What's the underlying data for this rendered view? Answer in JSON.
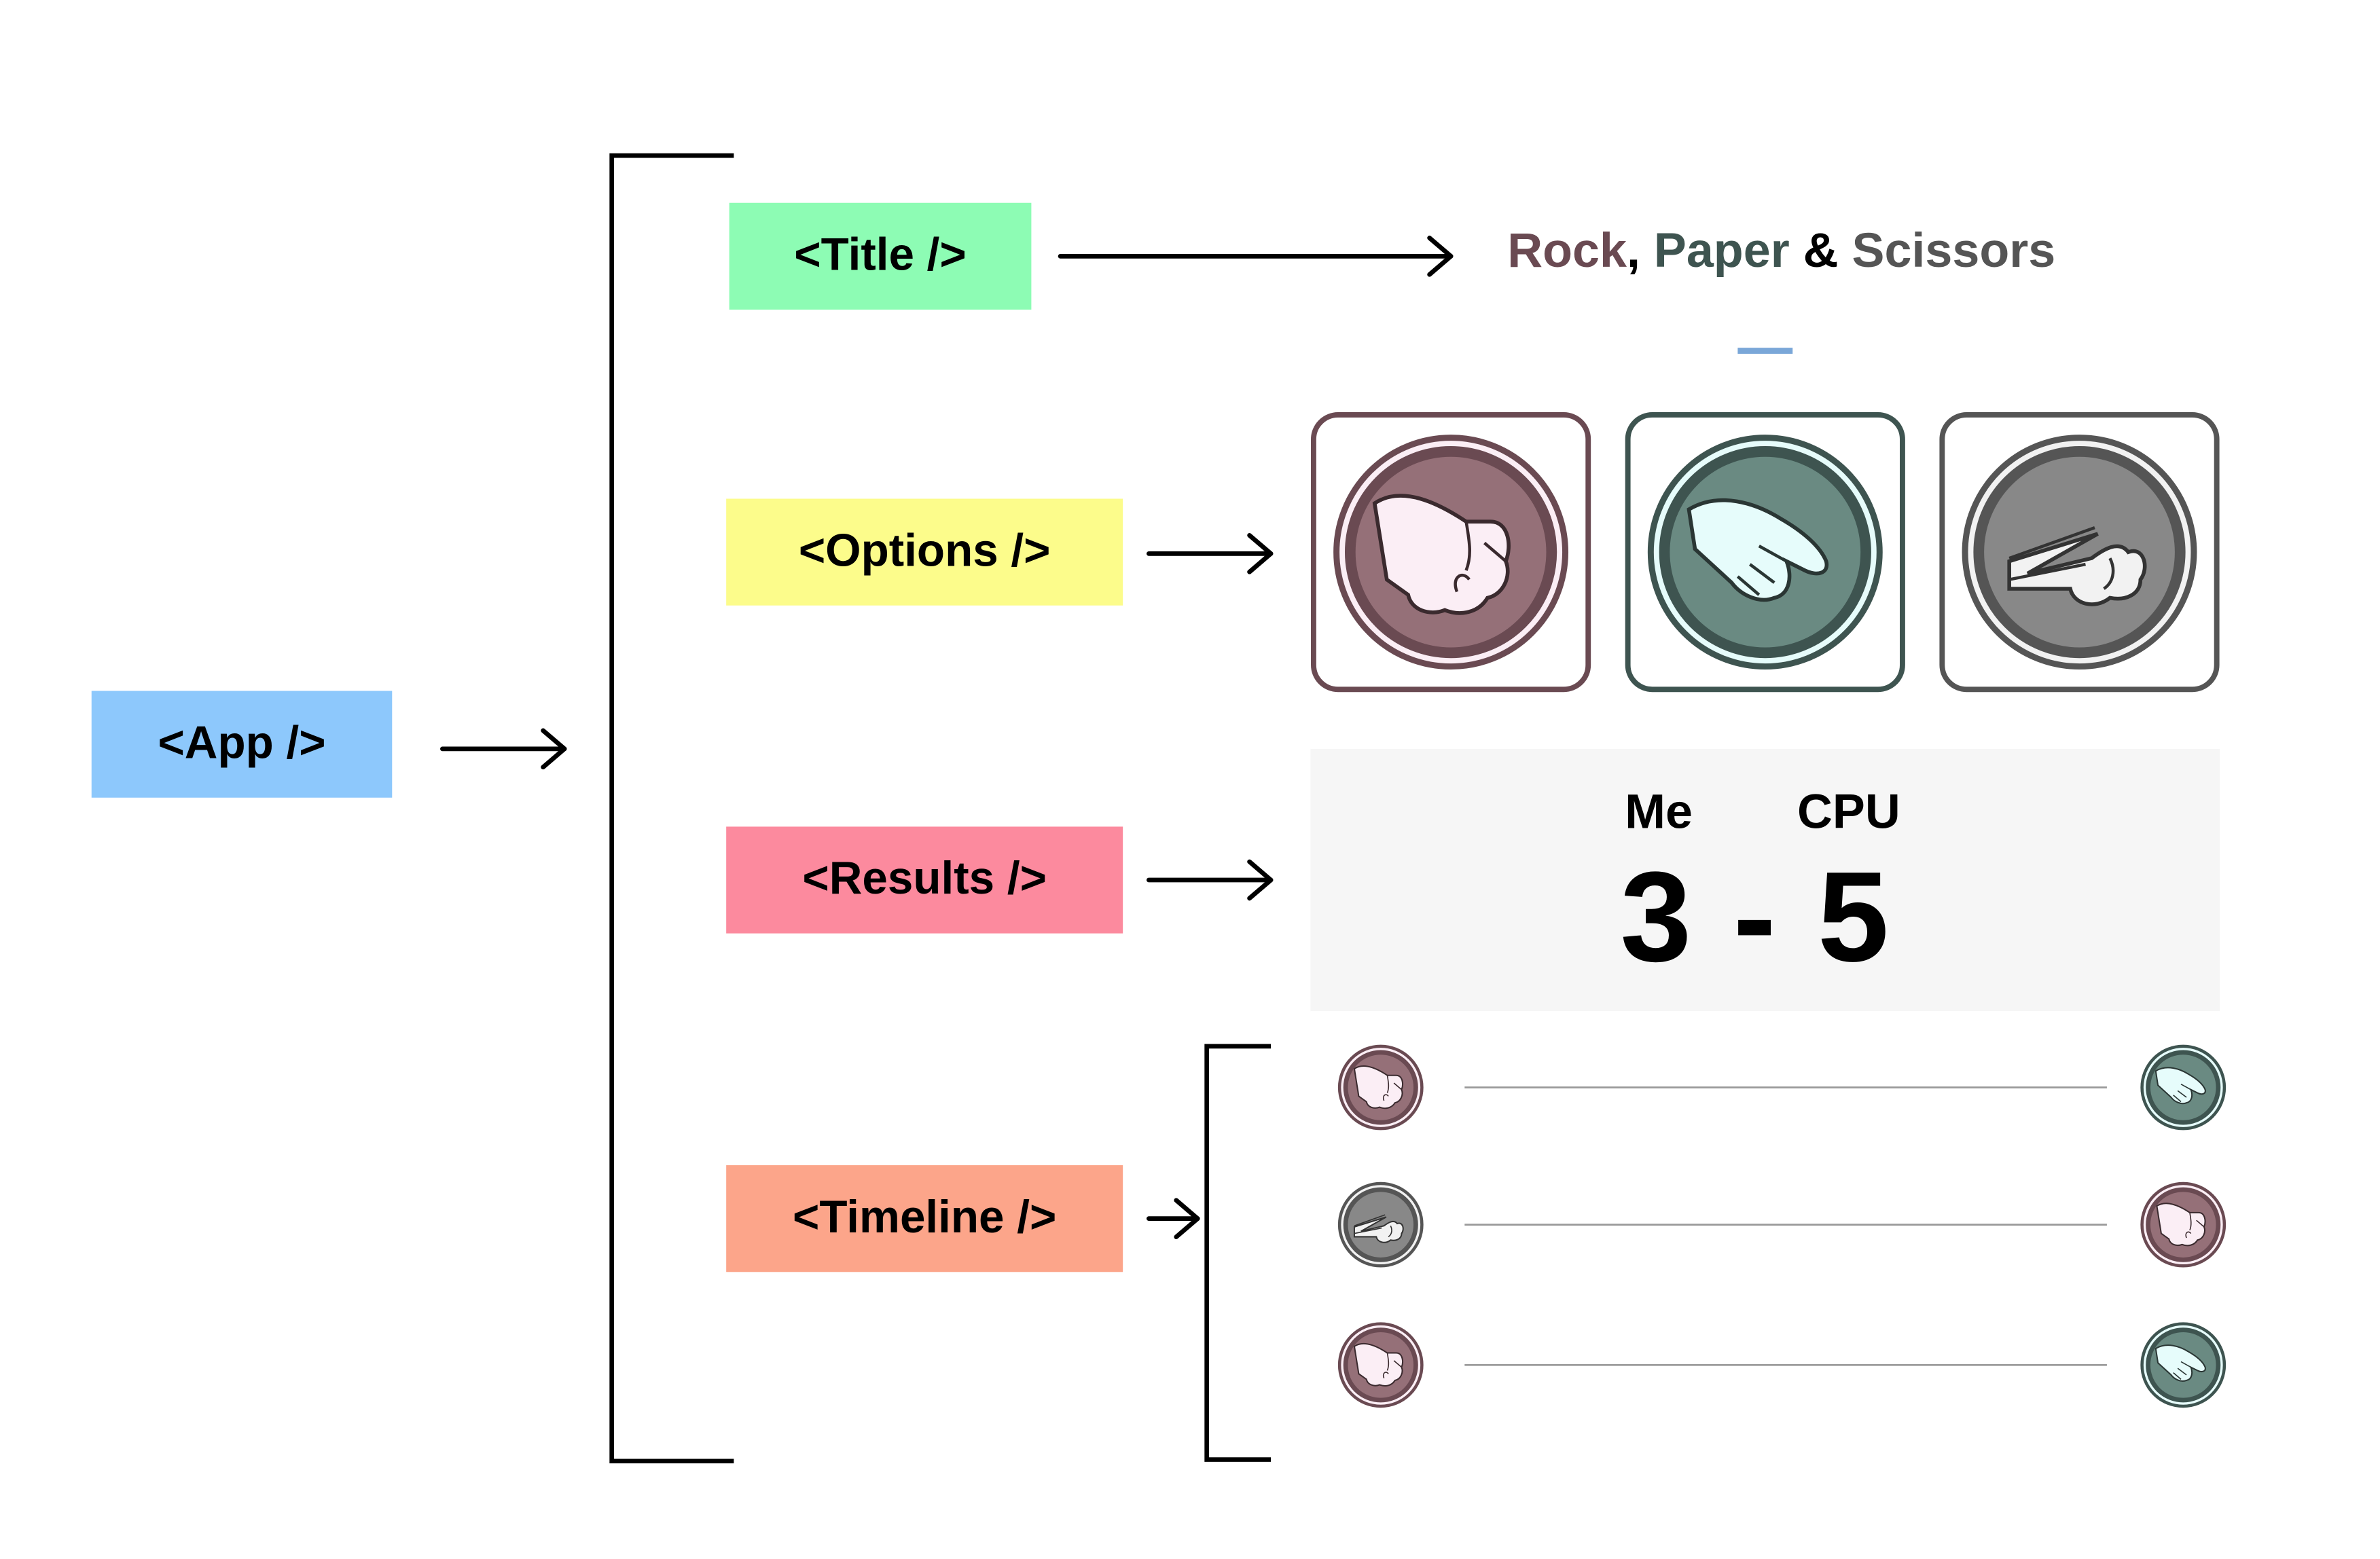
{
  "components": {
    "app": {
      "label": "<App />",
      "color": "#8dc8fc"
    },
    "title": {
      "label": "<Title />",
      "color": "#8dfcb4"
    },
    "options": {
      "label": "<Options />",
      "color": "#fcfc8b"
    },
    "results": {
      "label": "<Results />",
      "color": "#fc8a9e"
    },
    "timeline": {
      "label": "<Timeline />",
      "color": "#fca58a"
    }
  },
  "game_title": {
    "rock": "Rock",
    "comma": ",",
    "paper": "Paper",
    "amp": "&",
    "scissors": "Scissors"
  },
  "results": {
    "me_label": "Me",
    "cpu_label": "CPU",
    "score_text": "3 - 5",
    "me_score": 3,
    "cpu_score": 5
  },
  "colors": {
    "rock": "#6a4a52",
    "rock_fill": "#957078",
    "paper": "#3e5450",
    "paper_fill": "#6a8a82",
    "scissors": "#555555",
    "scissors_fill": "#888888",
    "accent": "#7aa7d8"
  },
  "options": [
    {
      "icon": "rock-icon",
      "choice": "rock"
    },
    {
      "icon": "paper-icon",
      "choice": "paper"
    },
    {
      "icon": "scissors-icon",
      "choice": "scissors"
    }
  ],
  "timeline": [
    {
      "me": "rock",
      "cpu": "paper"
    },
    {
      "me": "scissors",
      "cpu": "rock"
    },
    {
      "me": "rock",
      "cpu": "paper"
    }
  ]
}
